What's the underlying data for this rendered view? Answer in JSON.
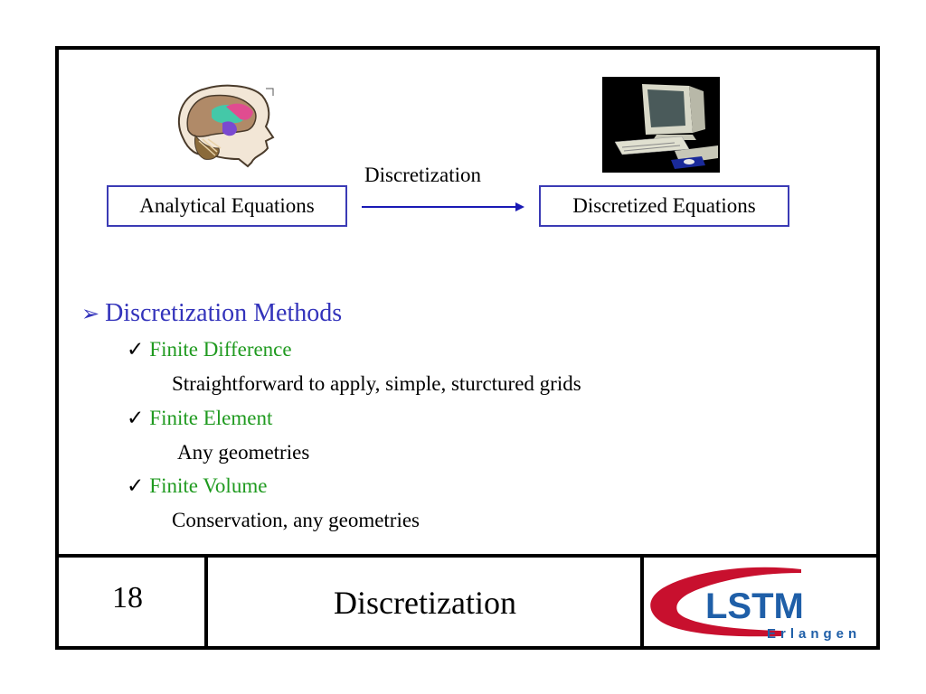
{
  "diagram": {
    "left_box": "Analytical Equations",
    "right_box": "Discretized Equations",
    "arrow_label": "Discretization",
    "left_image": "brain-icon",
    "right_image": "computer-icon"
  },
  "methods": {
    "bullet_icon": "arrow-bullet-icon",
    "heading": "Discretization Methods",
    "items": [
      {
        "name": "Finite Difference",
        "description": "Straightforward to apply, simple, sturctured grids"
      },
      {
        "name": "Finite Element",
        "description": "Any geometries"
      },
      {
        "name": "Finite Volume",
        "description": "Conservation, any geometries"
      }
    ]
  },
  "footer": {
    "page_number": "18",
    "title": "Discretization",
    "logo_text": "LSTM",
    "logo_subtext": "Erlangen"
  },
  "colors": {
    "box_border": "#3b3bb5",
    "heading": "#3333bb",
    "method_name": "#1f9a1f",
    "logo_red": "#c8102e",
    "logo_blue": "#1f5fa8"
  }
}
